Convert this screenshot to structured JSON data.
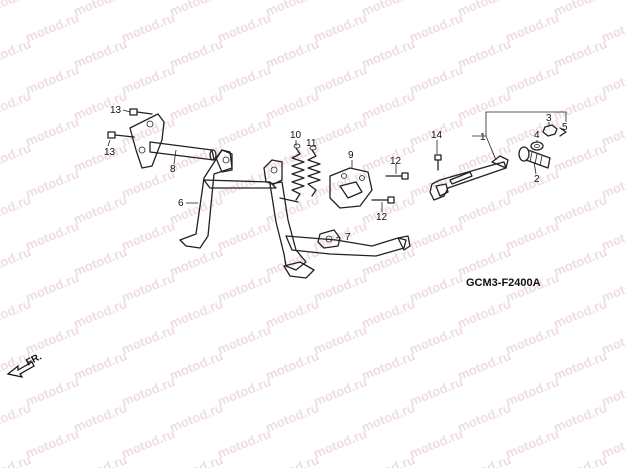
{
  "watermark_text": "motod.ru",
  "diagram_code": "GCM3-F2400A",
  "direction_label": "FR.",
  "callouts": [
    "1",
    "2",
    "3",
    "4",
    "5",
    "6",
    "7",
    "8",
    "9",
    "10",
    "11",
    "12",
    "12",
    "13",
    "13",
    "14"
  ]
}
